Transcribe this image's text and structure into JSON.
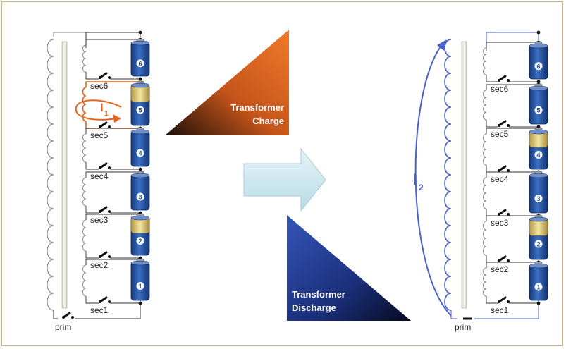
{
  "left_panel": {
    "switch_labels": [
      "sec6",
      "sec5",
      "sec4",
      "sec3",
      "sec2",
      "sec1"
    ],
    "primary_label": "prim",
    "current_label": "I",
    "current_subscript": "1",
    "cell_numbers": [
      "6",
      "5",
      "4",
      "3",
      "2",
      "1"
    ]
  },
  "right_panel": {
    "switch_labels": [
      "sec6",
      "sec5",
      "sec4",
      "sec3",
      "sec2",
      "sec1"
    ],
    "primary_label": "prim",
    "current_label": "I",
    "current_subscript": "2",
    "cell_numbers": [
      "6",
      "5",
      "4",
      "3",
      "2",
      "1"
    ]
  },
  "charge_triangle": {
    "line1": "Transformer",
    "line2": "Charge",
    "color": "#e8641c"
  },
  "discharge_triangle": {
    "line1": "Transformer",
    "line2": "Discharge",
    "color": "#1f3a9a"
  },
  "colors": {
    "wire": "#333333",
    "coil": "#8a8a8a",
    "battery": "#1f4fa0",
    "highlight": "#e8641c",
    "discharge_arc": "#4a62c8",
    "arrow": "#cfe6ef"
  }
}
